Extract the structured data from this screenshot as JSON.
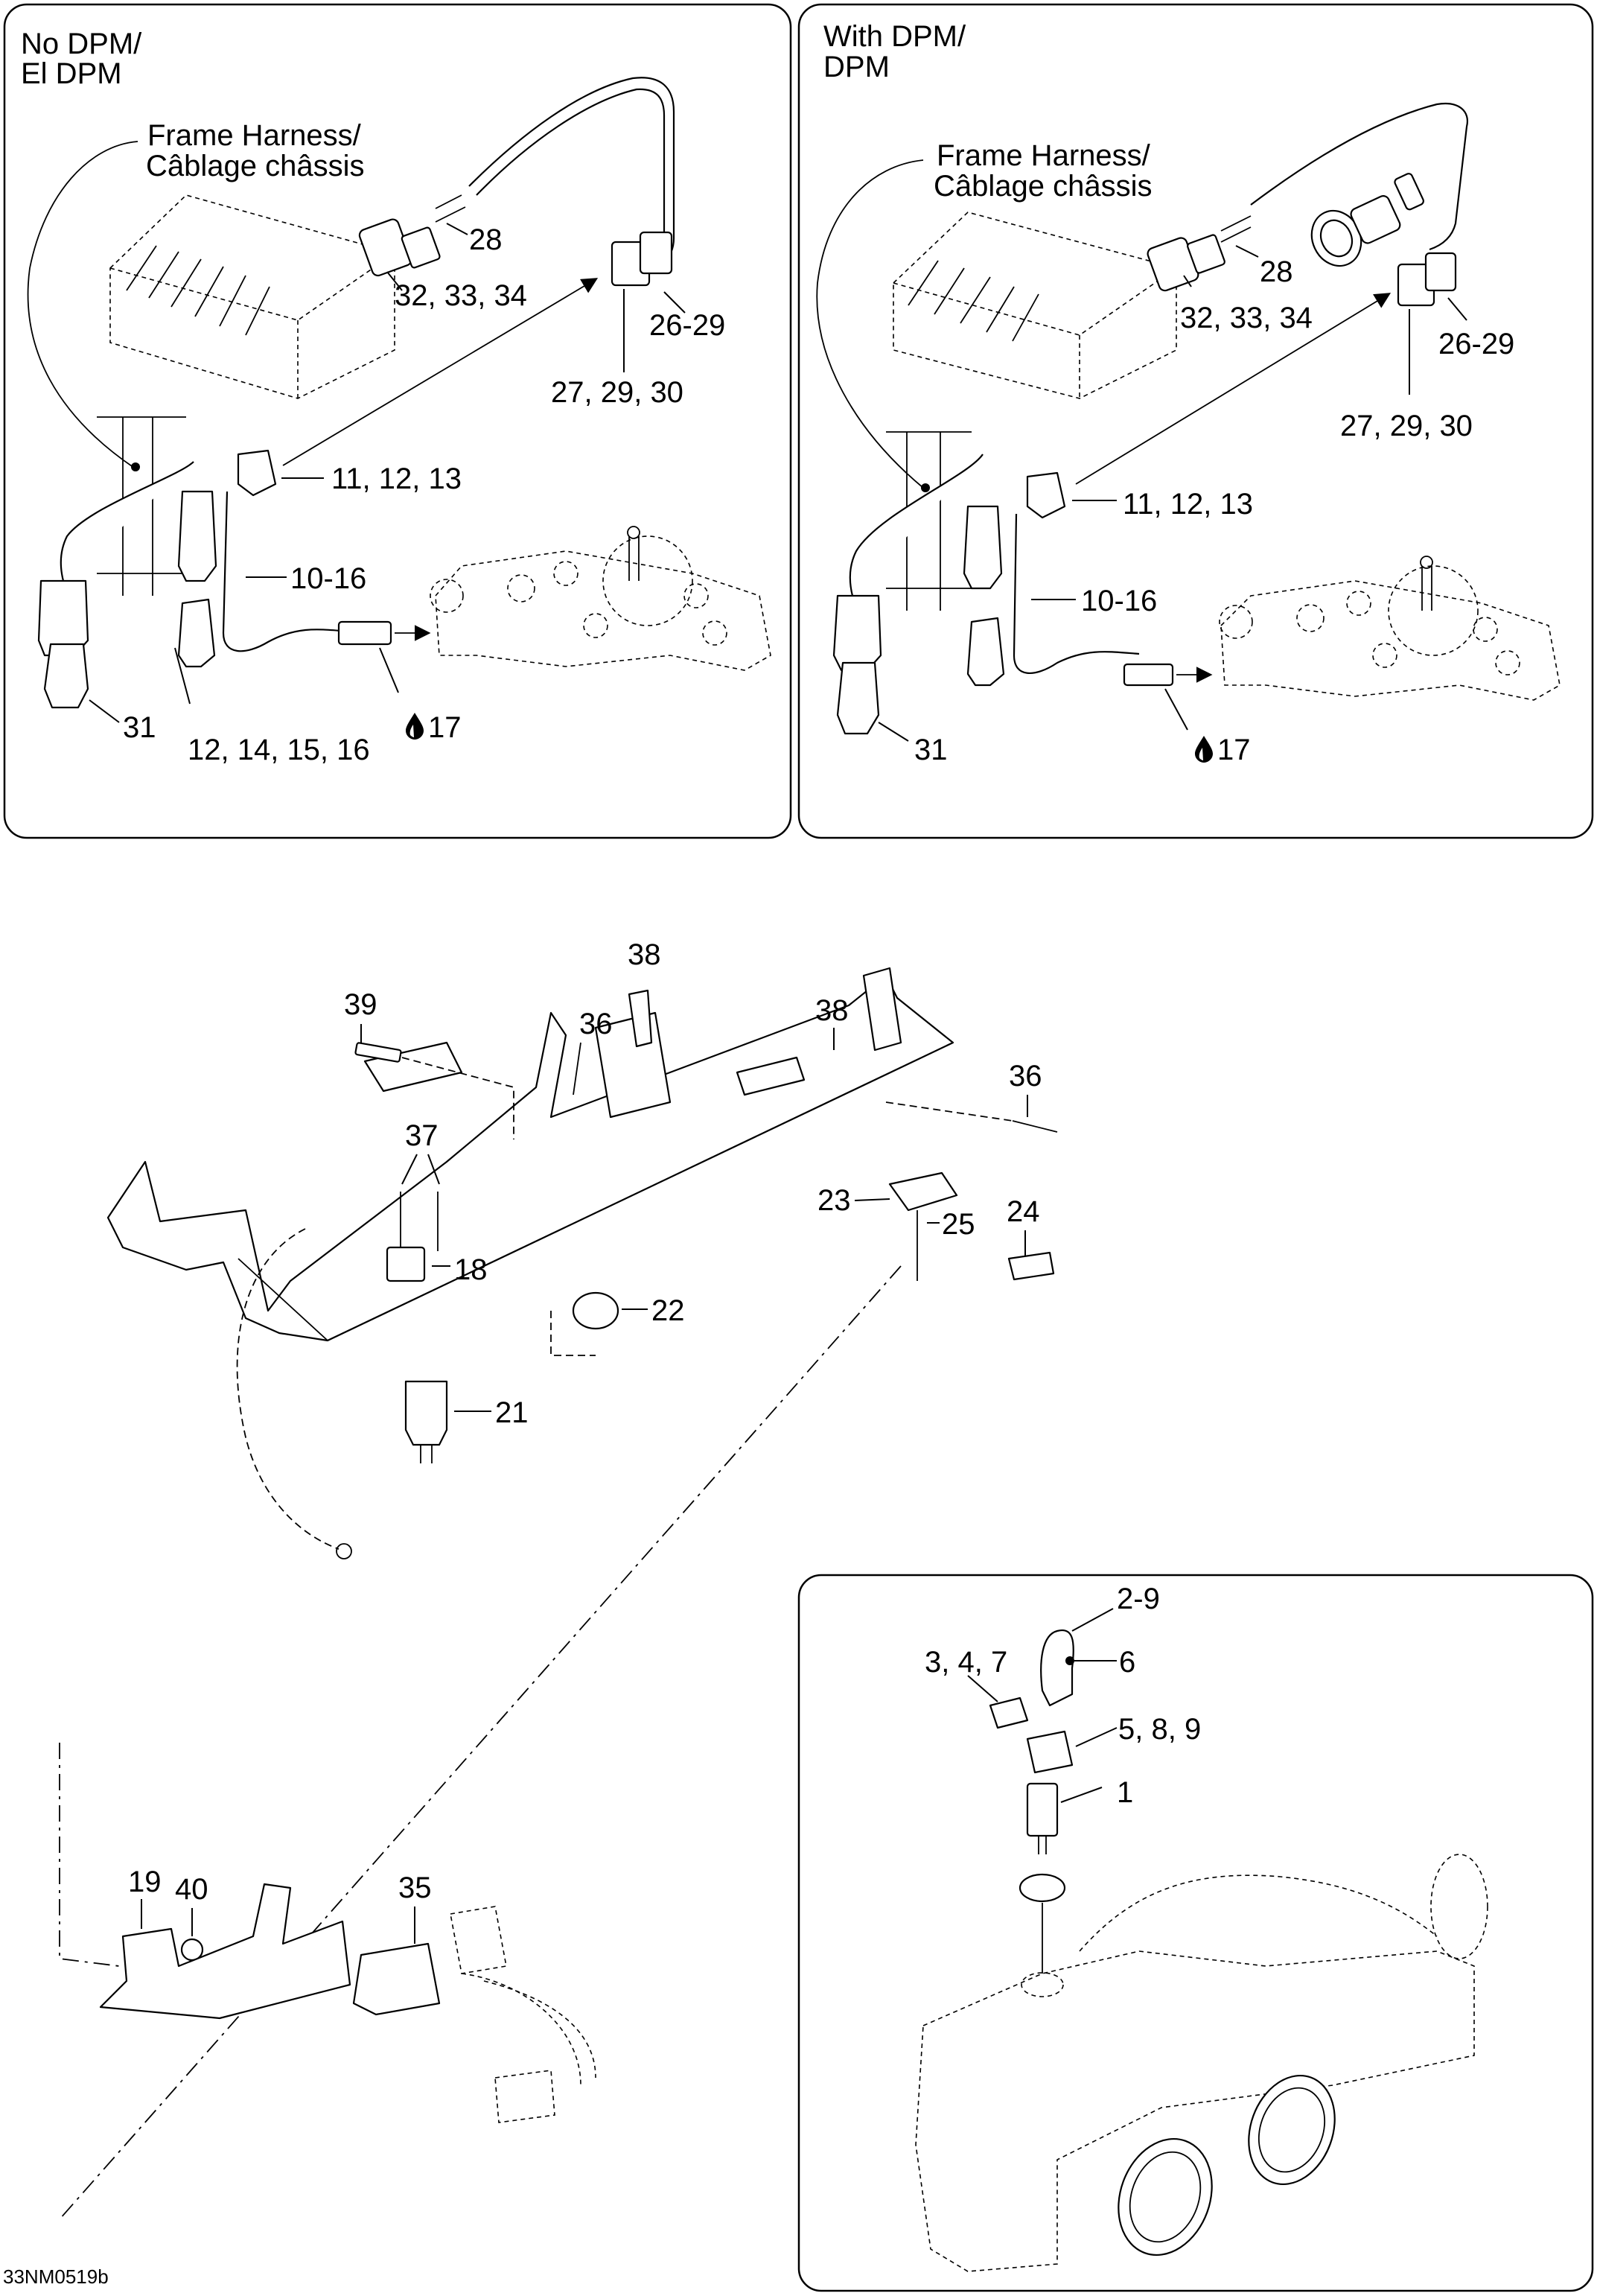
{
  "figure_code": "33NM0519b",
  "panels": {
    "no_dpm": {
      "title_line1": "No DPM/",
      "title_line2": "El DPM",
      "harness_line1": "Frame Harness/",
      "harness_line2": "Câblage châssis",
      "callouts": {
        "c28": "28",
        "c32_34": "32, 33, 34",
        "c26_29": "26-29",
        "c27_29_30": "27, 29, 30",
        "c11_13": "11, 12, 13",
        "c10_16": "10-16",
        "c31": "31",
        "c12_16": "12, 14, 15, 16",
        "c17": "17"
      }
    },
    "with_dpm": {
      "title_line1": "With DPM/",
      "title_line2": "DPM",
      "harness_line1": "Frame Harness/",
      "harness_line2": "Câblage châssis",
      "callouts": {
        "c28": "28",
        "c32_34": "32, 33, 34",
        "c26_29": "26-29",
        "c27_29_30": "27, 29, 30",
        "c11_13": "11, 12, 13",
        "c10_16": "10-16",
        "c31": "31",
        "c17": "17"
      }
    },
    "frame_plate": {
      "callouts": {
        "c38a": "38",
        "c39": "39",
        "c36a": "36",
        "c38b": "38",
        "c36b": "36",
        "c37": "37",
        "c23": "23",
        "c18": "18",
        "c25": "25",
        "c24": "24",
        "c22": "22",
        "c21": "21"
      }
    },
    "bracket": {
      "callouts": {
        "c19": "19",
        "c40": "40",
        "c35": "35"
      }
    },
    "airbox_sensor": {
      "callouts": {
        "c2_9": "2-9",
        "c3_4_7": "3, 4, 7",
        "c6": "6",
        "c5_8_9": "5, 8, 9",
        "c1": "1"
      }
    }
  },
  "icons": {
    "loctite_drop": "drop-icon"
  }
}
